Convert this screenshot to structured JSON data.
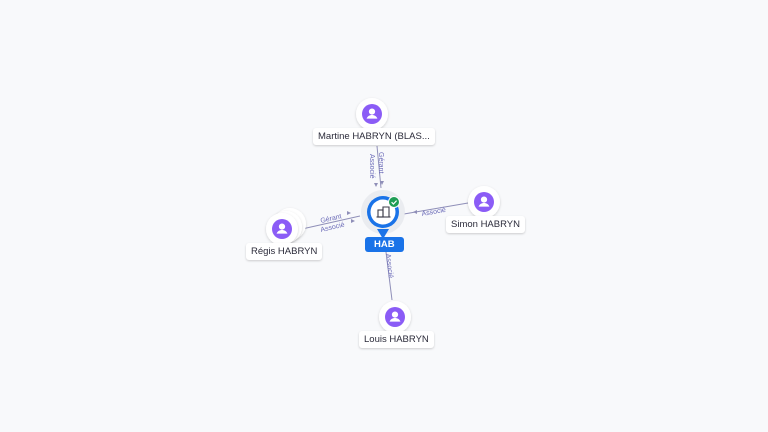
{
  "colors": {
    "person": "#8b5cf6",
    "company": "#1a73e8",
    "edge": "#8f8fb8",
    "verified": "#1f9d55"
  },
  "company": {
    "name": "HAB",
    "icon": "building-icon",
    "badge_icon": "check-icon"
  },
  "people": [
    {
      "id": "martine",
      "name": "Martine HABRYN (BLAS...",
      "icon": "user-icon",
      "roles": [
        "Gérant",
        "Associé"
      ]
    },
    {
      "id": "simon",
      "name": "Simon HABRYN",
      "icon": "user-icon",
      "roles": [
        "Associé"
      ]
    },
    {
      "id": "regis",
      "name": "Régis HABRYN",
      "icon": "user-icon",
      "roles": [
        "Gérant",
        "Associé"
      ]
    },
    {
      "id": "louis",
      "name": "Louis HABRYN",
      "icon": "user-icon",
      "roles": [
        "Associé"
      ]
    }
  ]
}
